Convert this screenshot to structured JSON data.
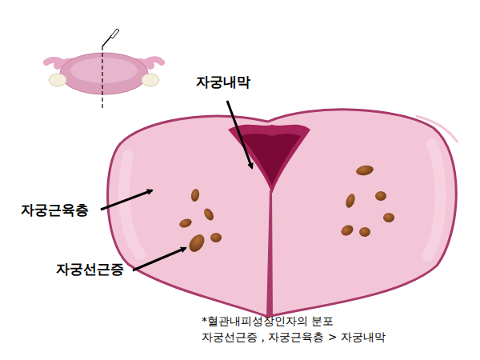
{
  "diagram": {
    "labels": [
      "자궁내막",
      "자궁근육층",
      "자궁선근증",
      "*혈관내피성장인자의 분포",
      "자궁선근증 , 자궁근육층 > 자궁내막"
    ]
  }
}
